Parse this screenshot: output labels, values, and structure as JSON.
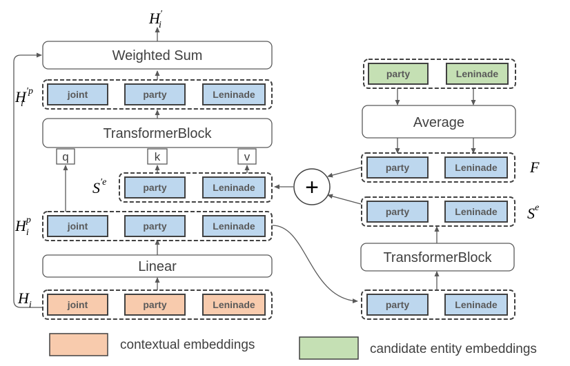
{
  "title": "",
  "tokens": [
    "joint",
    "party",
    "Leninade"
  ],
  "entity_tokens": [
    "party",
    "Leninade"
  ],
  "blocks": {
    "weighted_sum": "Weighted Sum",
    "transformer_left": "TransformerBlock",
    "transformer_right": "TransformerBlock",
    "linear": "Linear",
    "average": "Average",
    "plus": "+"
  },
  "qkv": {
    "q": "q",
    "k": "k",
    "v": "v"
  },
  "labels": {
    "H_prime": {
      "base": "H",
      "sup": "′",
      "sub": "i"
    },
    "H_prime_p": {
      "base": "H",
      "sup": "′p",
      "sub": "i"
    },
    "S_prime_e": {
      "base": "S",
      "sup": "′e"
    },
    "H_p": {
      "base": "H",
      "sup": "p",
      "sub": "i"
    },
    "H": {
      "base": "H",
      "sub": "i"
    },
    "F": {
      "base": "F"
    },
    "S_e": {
      "base": "S",
      "sup": "e"
    }
  },
  "legend": [
    {
      "label": "contextual embeddings",
      "color": "#f8cbad"
    },
    {
      "label": "candidate entity embeddings",
      "color": "#c5e0b4"
    }
  ],
  "colors": {
    "contextual": "#f8cbad",
    "entity": "#c5e0b4",
    "hidden": "#bdd7ee",
    "border": "#404040",
    "arrow": "#595959"
  }
}
